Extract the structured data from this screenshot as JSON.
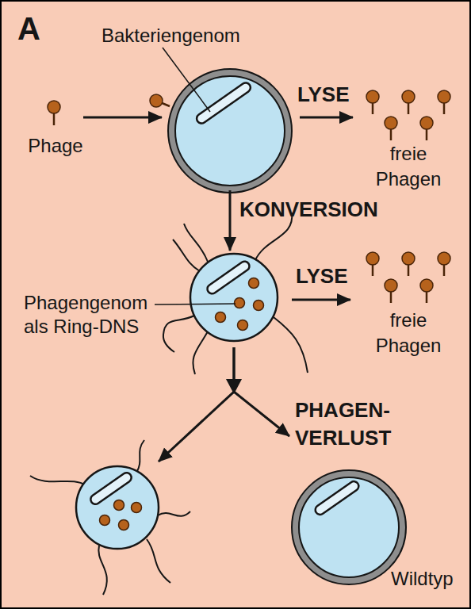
{
  "diagram": {
    "nodes": [
      {
        "text": [
          "Phage"
        ]
      },
      {
        "text": []
      },
      {
        "text": [
          "freie Phagen"
        ]
      },
      {
        "text": []
      },
      {
        "text": [
          "freie Phagen"
        ]
      },
      {
        "text": []
      },
      {
        "text": [
          "Wildtyp"
        ]
      }
    ],
    "edges": [
      {
        "from": 0,
        "to": 1,
        "arrow": "to"
      },
      {
        "from": 1,
        "to": 2,
        "label": "LYSE",
        "arrow": "to"
      },
      {
        "from": 1,
        "to": 3,
        "label": "KONVERSION",
        "arrow": "to"
      },
      {
        "from": 3,
        "to": 4,
        "label": "LYSE",
        "arrow": "to"
      },
      {
        "from": 3,
        "to": 5,
        "arrow": "to"
      },
      {
        "from": 3,
        "to": 6,
        "label": "PHAGEN- VERLUST",
        "arrow": "to"
      }
    ],
    "labels": [
      "A",
      "Bakteriengenom",
      "Phagengenom als Ring-DNS"
    ]
  }
}
